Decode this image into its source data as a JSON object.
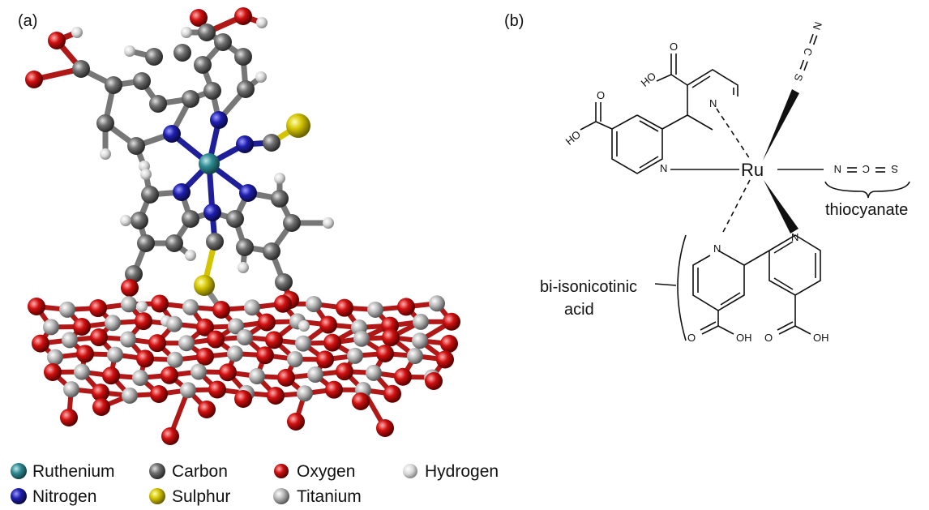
{
  "panels": {
    "a_label": "(a)",
    "b_label": "(b)"
  },
  "legend": {
    "items": [
      {
        "label": "Ruthenium",
        "color": "#2f8c92"
      },
      {
        "label": "Carbon",
        "color": "#6e6e6e"
      },
      {
        "label": "Oxygen",
        "color": "#d01010"
      },
      {
        "label": "Hydrogen",
        "color": "#d8d8d8"
      },
      {
        "label": "Nitrogen",
        "color": "#1f1f9a"
      },
      {
        "label": "Sulphur",
        "color": "#d4c400"
      },
      {
        "label": "Titanium",
        "color": "#a9a9a9"
      }
    ]
  },
  "structure": {
    "metal": "Ru",
    "atom_n": "N",
    "group_hooc": "HO",
    "group_o": "O",
    "group_cooh_left": "O",
    "group_cooh_right": "OH",
    "thiocyanate_a": "N",
    "thiocyanate_b": "C",
    "thiocyanate_c": "S",
    "thiocyanate_label": "thiocyanate",
    "ligand_label_line1": "bi-isonicotinic",
    "ligand_label_line2": "acid"
  }
}
